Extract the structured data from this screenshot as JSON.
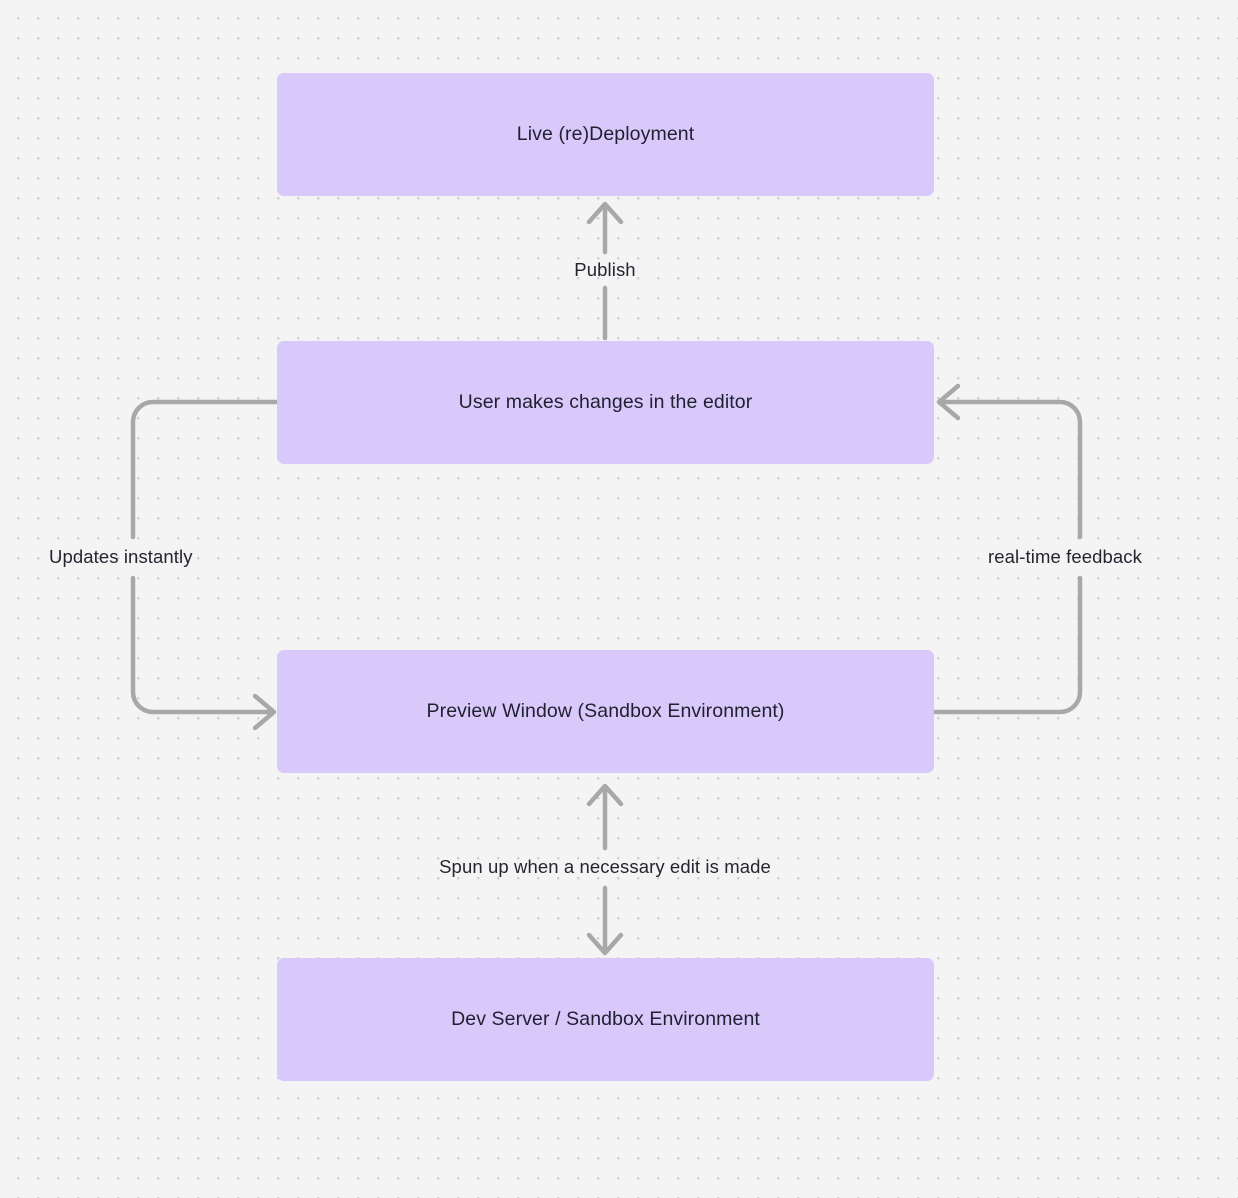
{
  "canvas": {
    "background_color": "#f4f4f5",
    "dot_color": "#cfcfd2",
    "node_fill": "#d9c9fb",
    "edge_color": "#a8a8a8",
    "text_color": "#1f2030"
  },
  "nodes": [
    {
      "id": "live-deployment",
      "label": "Live (re)Deployment"
    },
    {
      "id": "user-edits",
      "label": "User makes changes in the editor"
    },
    {
      "id": "preview-window",
      "label": "Preview Window (Sandbox Environment)"
    },
    {
      "id": "dev-server",
      "label": "Dev Server / Sandbox Environment"
    }
  ],
  "edges": [
    {
      "id": "publish",
      "label": "Publish",
      "from": "user-edits",
      "to": "live-deployment",
      "direction": "up"
    },
    {
      "id": "updates-instantly",
      "label": "Updates instantly",
      "from": "user-edits",
      "to": "preview-window",
      "direction": "left-loop"
    },
    {
      "id": "real-time-feedback",
      "label": "real-time feedback",
      "from": "preview-window",
      "to": "user-edits",
      "direction": "right-loop"
    },
    {
      "id": "spun-up",
      "label": "Spun up when a necessary edit is made",
      "from": "preview-window",
      "to": "dev-server",
      "direction": "bidirectional"
    }
  ],
  "chart_data": {
    "type": "diagram",
    "title": "",
    "diagram_kind": "flowchart",
    "nodes": [
      "Live (re)Deployment",
      "User makes changes in the editor",
      "Preview Window (Sandbox Environment)",
      "Dev Server / Sandbox Environment"
    ],
    "connections": [
      {
        "source": "User makes changes in the editor",
        "target": "Live (re)Deployment",
        "label": "Publish",
        "arrow": "single"
      },
      {
        "source": "User makes changes in the editor",
        "target": "Preview Window (Sandbox Environment)",
        "label": "Updates instantly",
        "arrow": "single"
      },
      {
        "source": "Preview Window (Sandbox Environment)",
        "target": "User makes changes in the editor",
        "label": "real-time feedback",
        "arrow": "single"
      },
      {
        "source": "Preview Window (Sandbox Environment)",
        "target": "Dev Server / Sandbox Environment",
        "label": "Spun up when a necessary edit is made",
        "arrow": "double"
      }
    ]
  }
}
